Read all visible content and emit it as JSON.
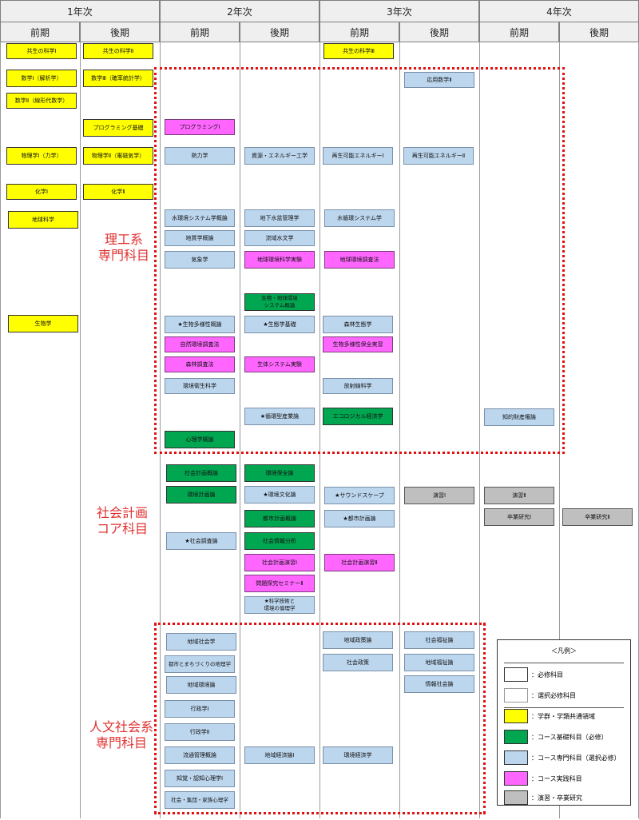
{
  "years": [
    "1年次",
    "2年次",
    "3年次",
    "4年次"
  ],
  "semesters": [
    "前期",
    "後期",
    "前期",
    "後期",
    "前期",
    "後期",
    "前期",
    "後期"
  ],
  "colors": {
    "yellow": "#ffff00",
    "green": "#00a650",
    "blue": "#bcd6ee",
    "pink": "#ff66ff",
    "gray": "#bfbfbf",
    "dotted": "#e01010",
    "category": "#e03030"
  },
  "categories": [
    {
      "id": "rikou",
      "label": "理工系\n専門科目"
    },
    {
      "id": "shakai",
      "label": "社会計画\nコア科目"
    },
    {
      "id": "jinbun",
      "label": "人文社会系\n専門科目"
    }
  ],
  "courses": [
    {
      "name": "共生の科学Ⅰ",
      "type": "yellow"
    },
    {
      "name": "共生の科学Ⅱ",
      "type": "yellow"
    },
    {
      "name": "共生の科学Ⅲ",
      "type": "yellow"
    },
    {
      "name": "数学Ⅰ（解析学）",
      "type": "yellow"
    },
    {
      "name": "数学Ⅲ（確率統計学）",
      "type": "yellow"
    },
    {
      "name": "応用数学Ⅱ",
      "type": "blue"
    },
    {
      "name": "数学Ⅱ（線形代数学）",
      "type": "yellow"
    },
    {
      "name": "プログラミング基礎",
      "type": "yellow"
    },
    {
      "name": "プログラミングⅠ",
      "type": "pink"
    },
    {
      "name": "物理学Ⅰ（力学）",
      "type": "yellow"
    },
    {
      "name": "物理学Ⅱ（電磁気学）",
      "type": "yellow"
    },
    {
      "name": "熱力学",
      "type": "blue"
    },
    {
      "name": "資源・エネルギー工学",
      "type": "blue"
    },
    {
      "name": "再生可能エネルギーⅠ",
      "type": "blue"
    },
    {
      "name": "再生可能エネルギーⅡ",
      "type": "blue"
    },
    {
      "name": "化学Ⅰ",
      "type": "yellow"
    },
    {
      "name": "化学Ⅱ",
      "type": "yellow"
    },
    {
      "name": "地球科学",
      "type": "yellow"
    },
    {
      "name": "水環境システム学概論",
      "type": "blue"
    },
    {
      "name": "地下水盆管理学",
      "type": "blue"
    },
    {
      "name": "水循環システム学",
      "type": "blue"
    },
    {
      "name": "地質学概論",
      "type": "blue"
    },
    {
      "name": "流域水文学",
      "type": "blue"
    },
    {
      "name": "気象学",
      "type": "blue"
    },
    {
      "name": "地球環境科学実験",
      "type": "pink"
    },
    {
      "name": "地球環境調査法",
      "type": "pink"
    },
    {
      "name": "生物・地球環境\nシステム概論",
      "type": "green"
    },
    {
      "name": "生物学",
      "type": "yellow"
    },
    {
      "name": "★生物多様性概論",
      "type": "blue"
    },
    {
      "name": "★生態学基礎",
      "type": "blue"
    },
    {
      "name": "森林生態学",
      "type": "blue"
    },
    {
      "name": "自然環境調査法",
      "type": "pink"
    },
    {
      "name": "生物多様性保全実習",
      "type": "pink"
    },
    {
      "name": "森林調査法",
      "type": "pink"
    },
    {
      "name": "生体システム実験",
      "type": "pink"
    },
    {
      "name": "環境衛生科学",
      "type": "blue"
    },
    {
      "name": "放射線科学",
      "type": "blue"
    },
    {
      "name": "★循環型産業論",
      "type": "blue"
    },
    {
      "name": "エコロジカル経済学",
      "type": "green"
    },
    {
      "name": "知的財産権論",
      "type": "blue"
    },
    {
      "name": "心理学概論",
      "type": "green"
    },
    {
      "name": "社会計画概論",
      "type": "green"
    },
    {
      "name": "環境保全論",
      "type": "green"
    },
    {
      "name": "環境計画論",
      "type": "green"
    },
    {
      "name": "★環境文化論",
      "type": "blue"
    },
    {
      "name": "★サウンドスケープ",
      "type": "blue"
    },
    {
      "name": "演習Ⅰ",
      "type": "gray"
    },
    {
      "name": "演習Ⅱ",
      "type": "gray"
    },
    {
      "name": "都市計画概論",
      "type": "green"
    },
    {
      "name": "★都市計画論",
      "type": "blue"
    },
    {
      "name": "卒業研究Ⅰ",
      "type": "gray"
    },
    {
      "name": "卒業研究Ⅱ",
      "type": "gray"
    },
    {
      "name": "★社会調査論",
      "type": "blue"
    },
    {
      "name": "社会情報分析",
      "type": "green"
    },
    {
      "name": "社会計画演習Ⅰ",
      "type": "pink"
    },
    {
      "name": "社会計画演習Ⅱ",
      "type": "pink"
    },
    {
      "name": "問題探究セミナーⅡ",
      "type": "pink"
    },
    {
      "name": "★科学技術と\n環境の倫理学",
      "type": "blue"
    },
    {
      "name": "地域社会学",
      "type": "blue"
    },
    {
      "name": "地域政策論",
      "type": "blue"
    },
    {
      "name": "社会福祉論",
      "type": "blue"
    },
    {
      "name": "都市とまちづくりの地理学",
      "type": "blue"
    },
    {
      "name": "社会政策",
      "type": "blue"
    },
    {
      "name": "地域福祉論",
      "type": "blue"
    },
    {
      "name": "地域環境論",
      "type": "blue"
    },
    {
      "name": "情報社会論",
      "type": "blue"
    },
    {
      "name": "行政学Ⅰ",
      "type": "blue"
    },
    {
      "name": "行政学Ⅱ",
      "type": "blue"
    },
    {
      "name": "流通管理概論",
      "type": "blue"
    },
    {
      "name": "地域経済論Ⅰ",
      "type": "blue"
    },
    {
      "name": "環境経済学",
      "type": "blue"
    },
    {
      "name": "知覚・認知心理学Ⅰ",
      "type": "blue"
    },
    {
      "name": "社会・集団・家族心理学",
      "type": "blue"
    }
  ],
  "legend": {
    "title": "＜凡例＞",
    "items": [
      {
        "label": "：必修科目",
        "type": "required"
      },
      {
        "label": "：選択必修科目",
        "type": "elective"
      },
      {
        "label": "：学群・学類共通領域",
        "type": "yellow"
      },
      {
        "label": "：コース基礎科目（必修）",
        "type": "green"
      },
      {
        "label": "：コース専門科目（選択必修）",
        "type": "blue"
      },
      {
        "label": "：コース実践科目",
        "type": "pink"
      },
      {
        "label": "：演習・卒業研究",
        "type": "gray"
      }
    ]
  }
}
